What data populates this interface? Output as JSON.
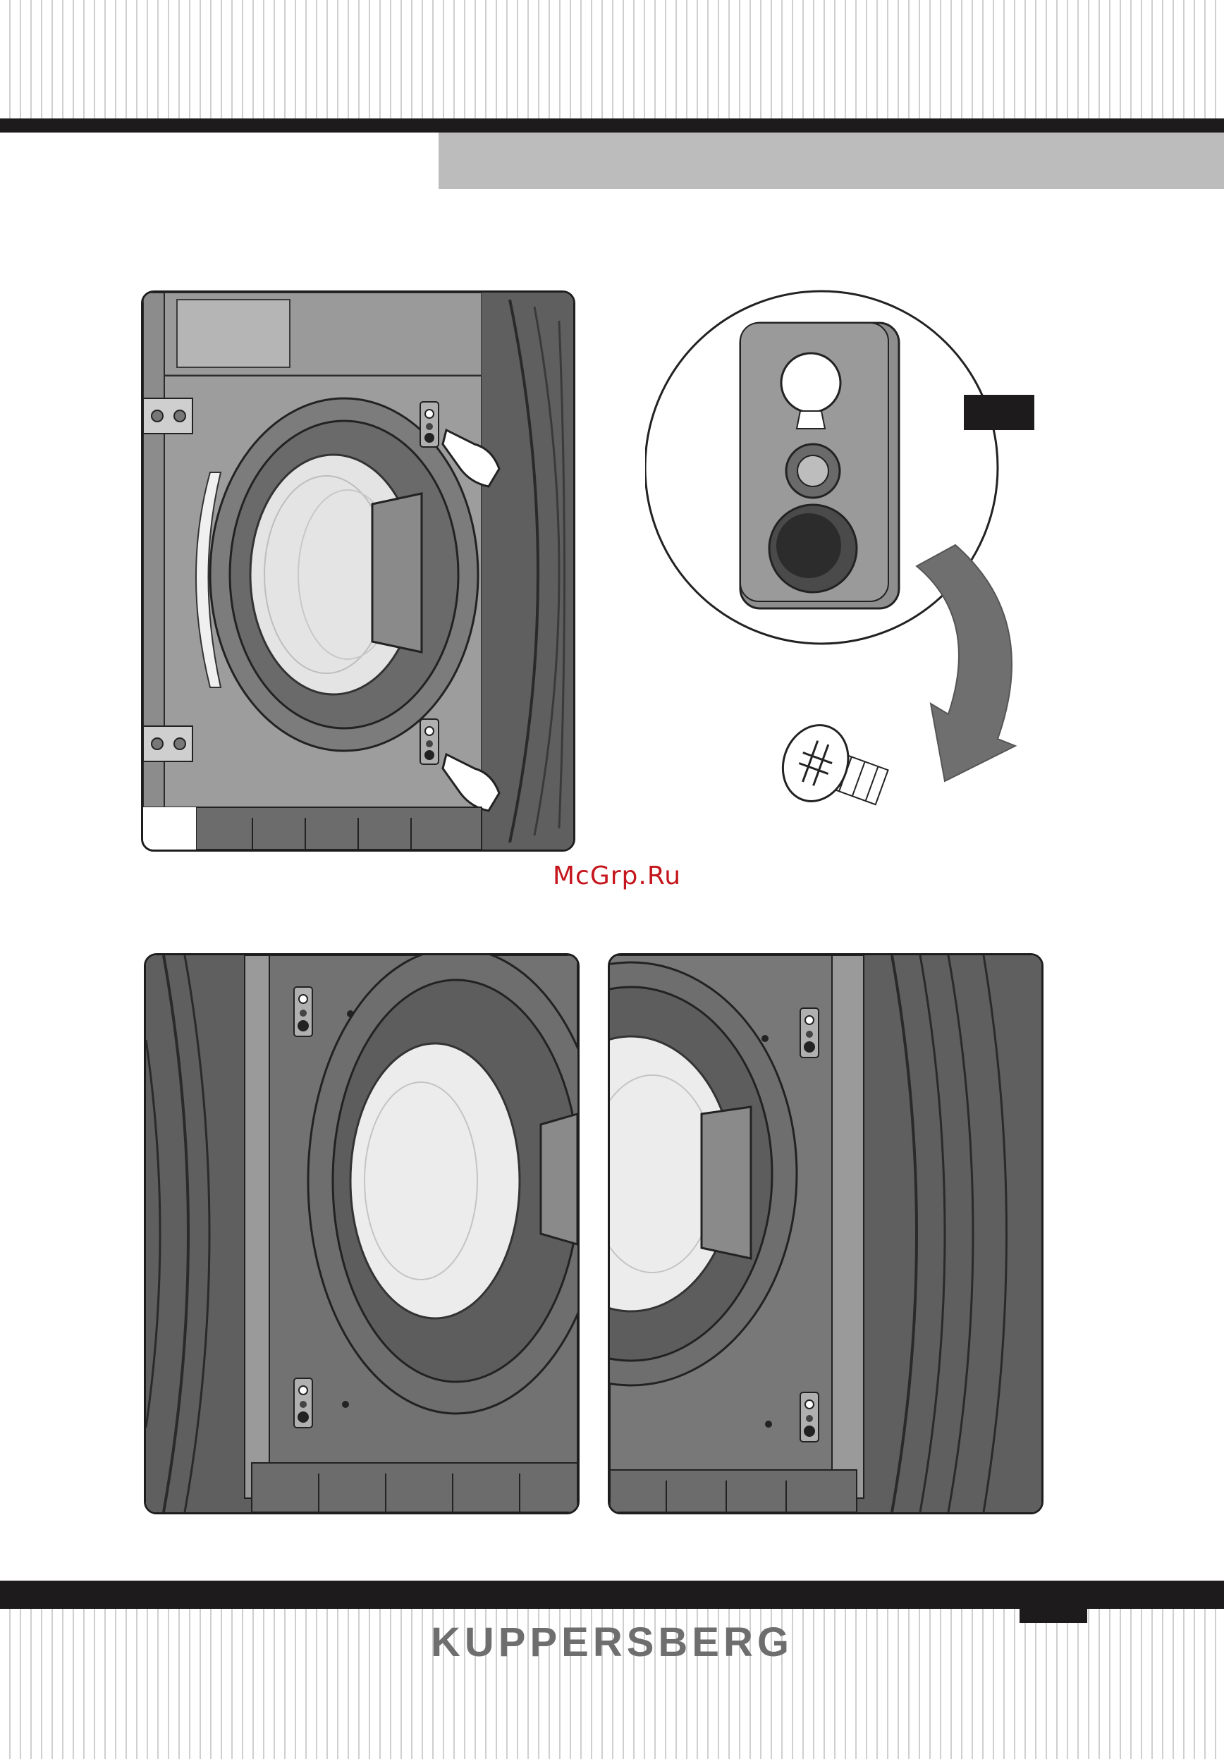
{
  "brand": {
    "name": "KUPPERSBERG"
  },
  "watermark": {
    "text": "McGrp.Ru"
  },
  "colors": {
    "frame": "#1e1b1c",
    "header_grey": "#bcbcbc",
    "stripe": "#cfcfcf",
    "brand_text": "#6e6e6e",
    "watermark_text": "#c4161c"
  },
  "figures": [
    {
      "id": "fig1",
      "content": "machine-front-with-door-hinges-and-plug-covers"
    },
    {
      "id": "fig2",
      "content": "plug-cover-detail-and-screw"
    },
    {
      "id": "fig3",
      "content": "machine-door-opening-left-plugs"
    },
    {
      "id": "fig4",
      "content": "machine-door-opening-right-plugs"
    }
  ],
  "icons": [
    "hand-pointer-icon",
    "screw-icon",
    "curved-arrow-icon",
    "hinge-icon"
  ]
}
